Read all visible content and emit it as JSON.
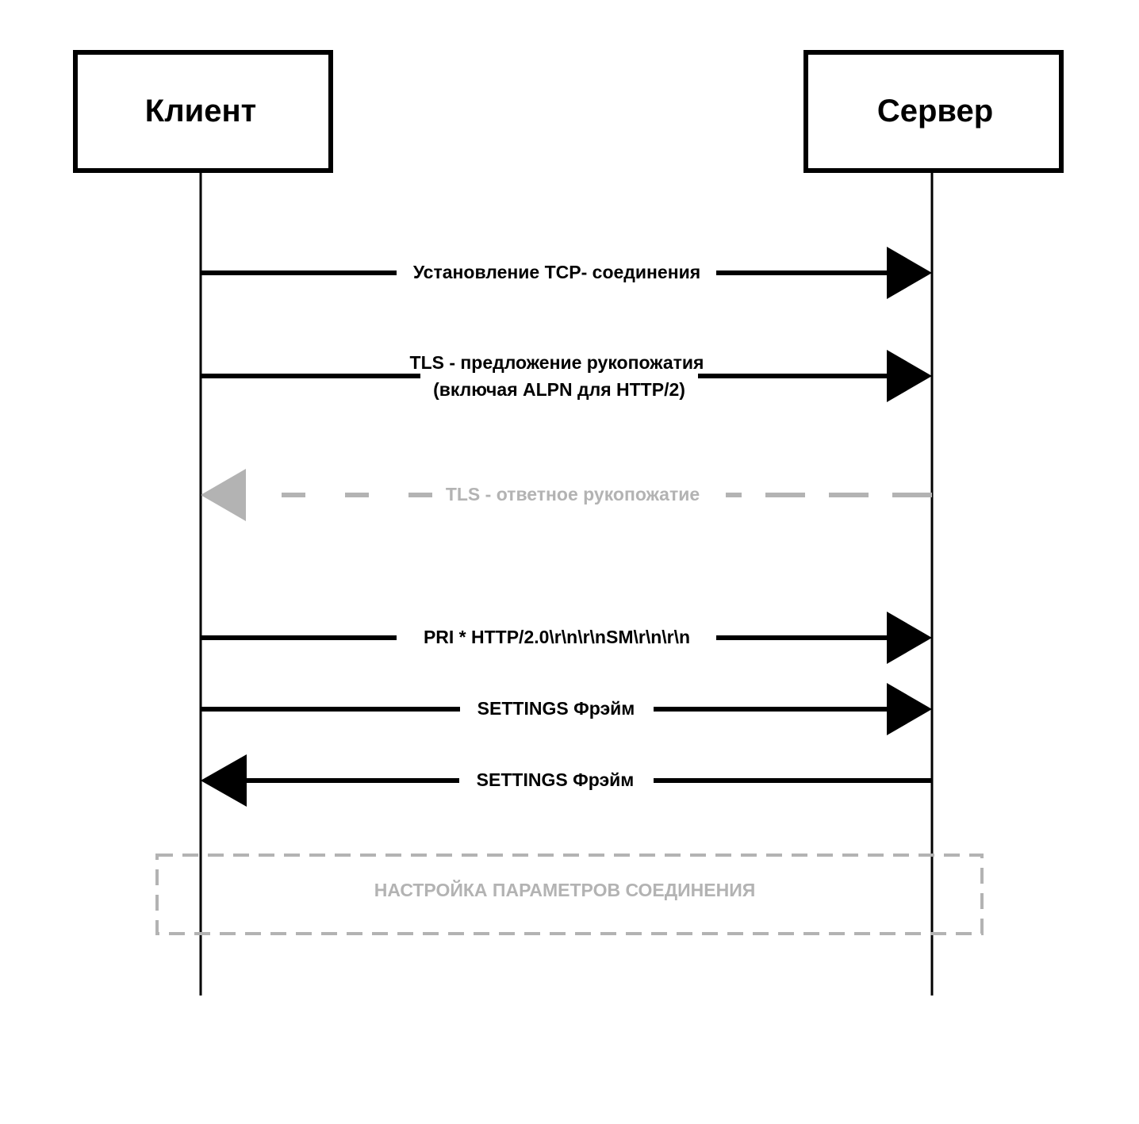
{
  "participants": {
    "client": {
      "label": "Клиент"
    },
    "server": {
      "label": "Сервер"
    }
  },
  "messages": [
    {
      "id": "tcp",
      "from": "client",
      "to": "server",
      "style": "solid",
      "lines": [
        "Установление TCP- соединения"
      ]
    },
    {
      "id": "tls-offer",
      "from": "client",
      "to": "server",
      "style": "solid",
      "lines": [
        "TLS - предложение рукопожатия",
        "(включая ALPN для HTTP/2)"
      ]
    },
    {
      "id": "tls-reply",
      "from": "server",
      "to": "client",
      "style": "dashed",
      "lines": [
        "TLS - ответное рукопожатие"
      ]
    },
    {
      "id": "preface",
      "from": "client",
      "to": "server",
      "style": "solid",
      "lines": [
        "PRI * HTTP/2.0\\r\\n\\r\\nSM\\r\\n\\r\\n"
      ]
    },
    {
      "id": "settings-c",
      "from": "client",
      "to": "server",
      "style": "solid",
      "lines": [
        "SETTINGS Фрэйм"
      ]
    },
    {
      "id": "settings-s",
      "from": "server",
      "to": "client",
      "style": "solid",
      "lines": [
        "SETTINGS Фрэйм"
      ]
    }
  ],
  "note": {
    "label": "НАСТРОЙКА ПАРАМЕТРОВ СОЕДИНЕНИЯ"
  },
  "colors": {
    "primary": "#000000",
    "muted": "#b3b3b3"
  }
}
